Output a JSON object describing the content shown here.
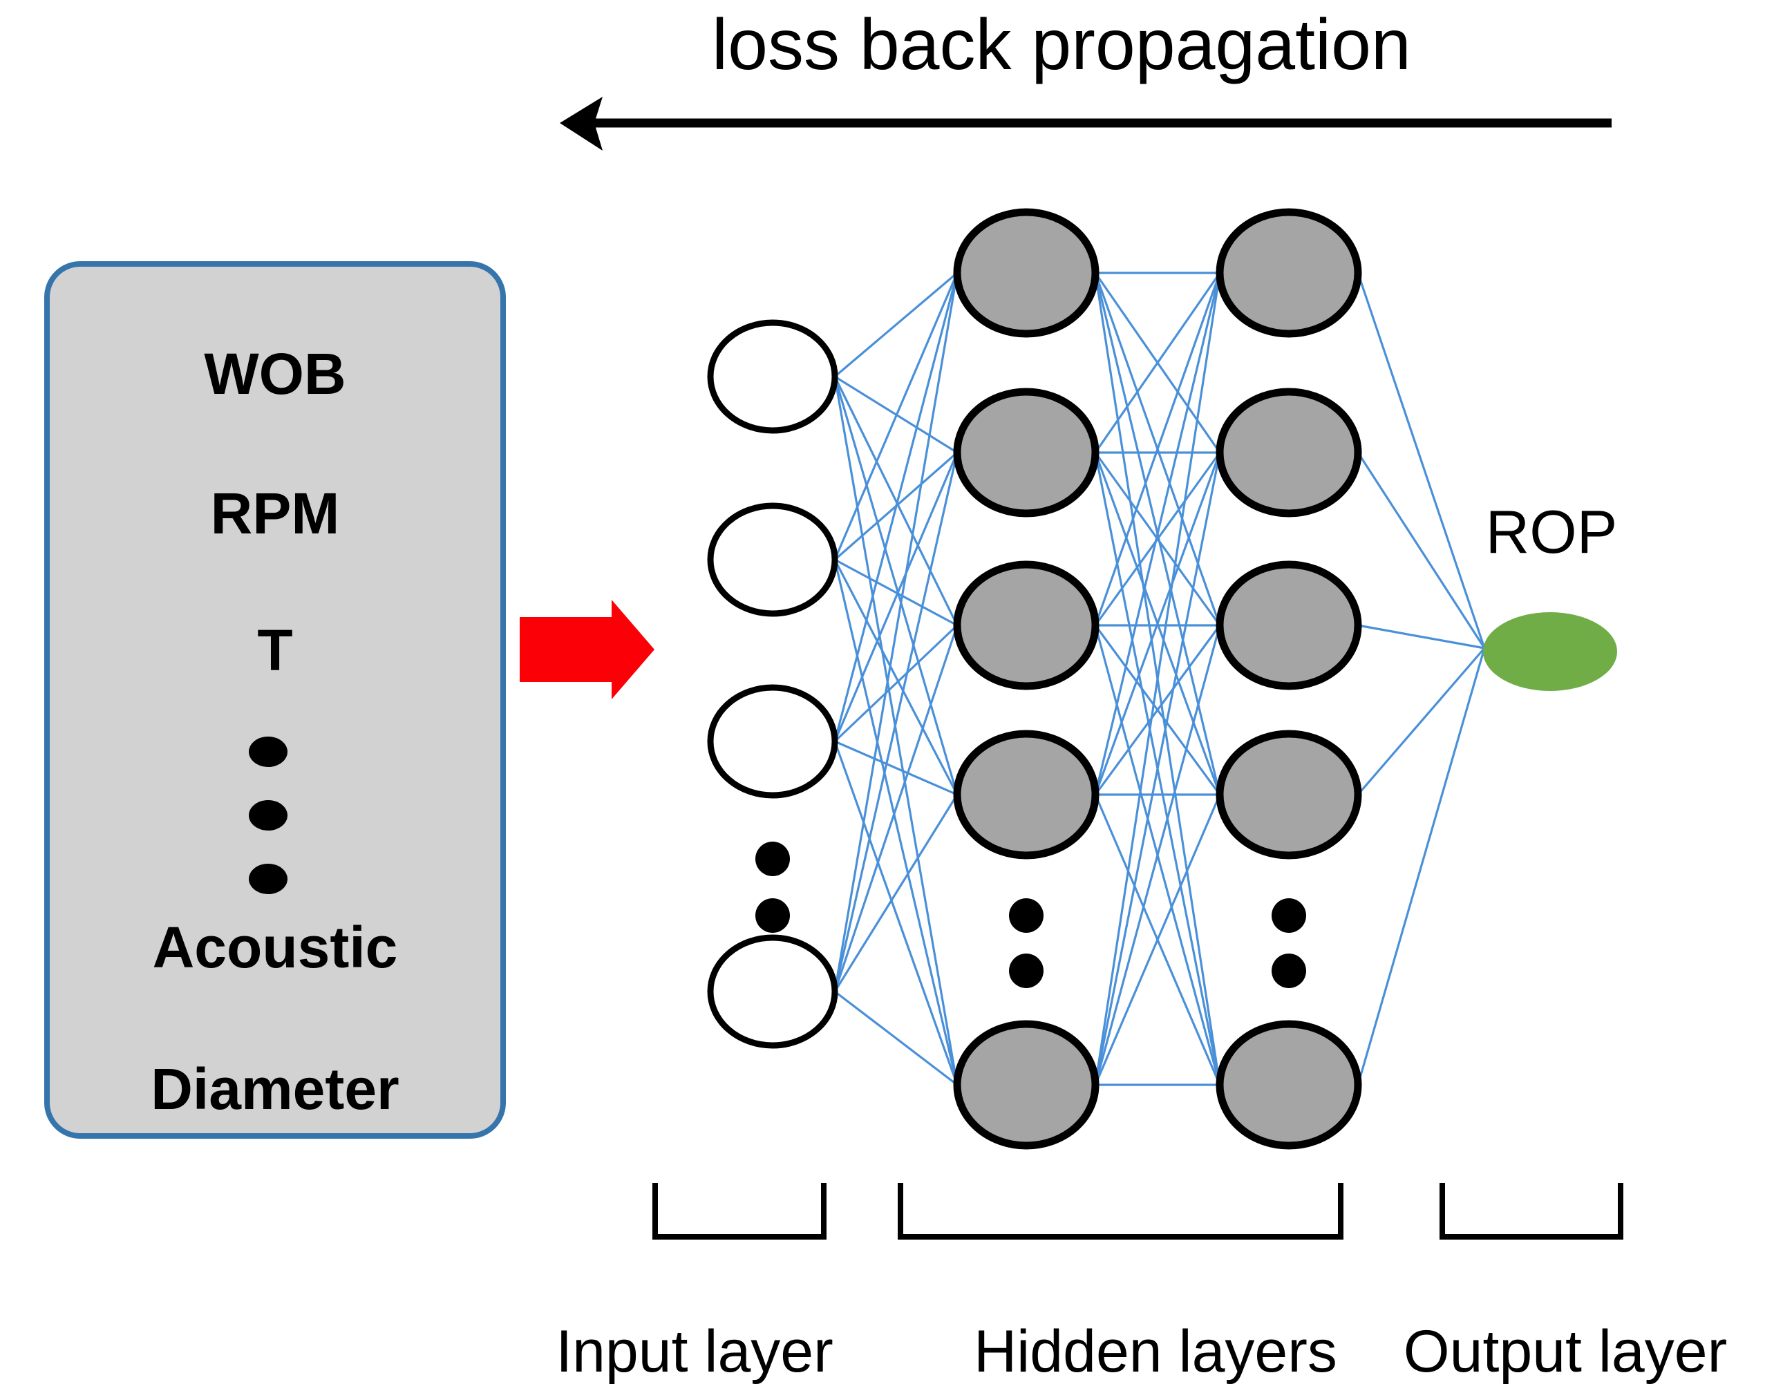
{
  "title": {
    "text": "loss back propagation"
  },
  "input_box": {
    "features": [
      "WOB",
      "RPM",
      "T",
      "Acoustic",
      "Diameter"
    ],
    "ellipsis_dots": 3,
    "fill_color": "#d2d2d2",
    "border_color": "#3575ab"
  },
  "flow_arrow": {
    "name": "red-right-arrow",
    "color": "#fb0007"
  },
  "backprop_arrow": {
    "name": "loss-back-propagation-arrow",
    "direction": "left",
    "color": "#000000"
  },
  "network": {
    "input_layer": {
      "label": "Input layer",
      "visible_nodes": 4,
      "ellipsis_dots": 2,
      "node_fill": "#ffffff",
      "node_stroke": "#000000"
    },
    "hidden_layers": {
      "label": "Hidden layers",
      "count": 2,
      "visible_nodes_per_layer": 5,
      "ellipsis_dots": 2,
      "node_fill": "#a5a5a5",
      "node_stroke": "#000000"
    },
    "output_layer": {
      "label": "Output layer",
      "visible_nodes": 1,
      "node_label": "ROP",
      "node_fill": "#70ad47"
    },
    "edge_color": "#4a90d9"
  }
}
